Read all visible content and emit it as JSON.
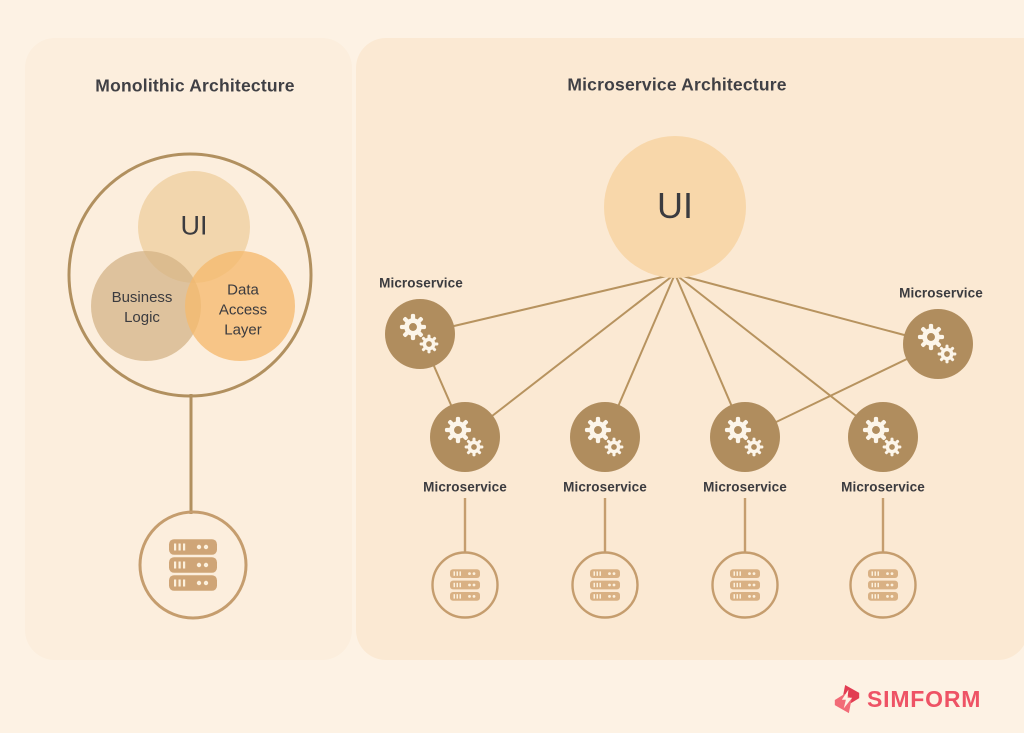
{
  "header": {
    "left_title": "Monolithic Architecture",
    "right_title": "Microservice Architecture"
  },
  "monolith": {
    "ui_label": "UI",
    "business_logic_label": "Business Logic",
    "data_access_label": "Data Access Layer"
  },
  "microservices": {
    "ui_label": "UI",
    "node_labels": [
      "Microservice",
      "Microservice",
      "Microservice",
      "Microservice",
      "Microservice",
      "Microservice"
    ]
  },
  "brand": {
    "name": "SIMFORM",
    "color": "#ee5365"
  },
  "colors": {
    "page_background": "#fdf2e4",
    "left_panel": "#fceedd",
    "right_panel": "#fbe9d3",
    "line_accent": "#b7935f",
    "node_fill": "#b08d5e",
    "ui_circle_fill": "#f8d7aa",
    "venn_ui": "#eecd9a",
    "venn_business_logic": "#d3b184",
    "venn_data_access": "#f5ba6e",
    "database_icon": "#cfa577",
    "db_ring": "#c59d6e",
    "text": "#3b3b3f"
  }
}
